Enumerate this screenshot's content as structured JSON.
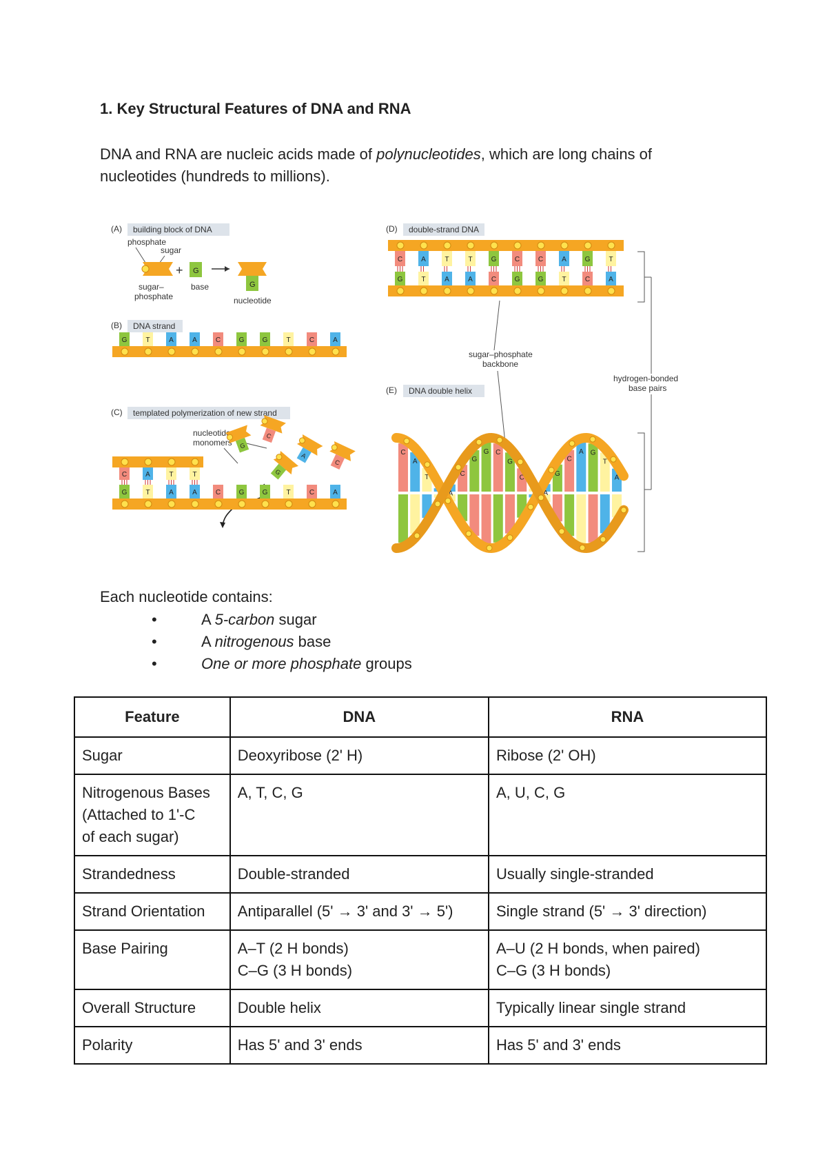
{
  "heading": "1. Key Structural Features of DNA and RNA",
  "intro": {
    "before": "DNA and RNA are nucleic acids made of ",
    "italic": "polynucleotides",
    "after": ", which are long chains of nucleotides (hundreds to millions)."
  },
  "figure": {
    "panel_a": {
      "letter": "(A)",
      "title": "building block of DNA",
      "phosphate": "phosphate",
      "sugar": "sugar",
      "plus": "+",
      "base_letter": "G",
      "sugar_phosphate_1": "sugar–",
      "sugar_phosphate_2": "phosphate",
      "base": "base",
      "nucleotide": "nucleotide"
    },
    "panel_b": {
      "letter": "(B)",
      "title": "DNA strand",
      "bases": [
        "G",
        "T",
        "A",
        "A",
        "C",
        "G",
        "G",
        "T",
        "C",
        "A"
      ]
    },
    "panel_c": {
      "letter": "(C)",
      "title": "templated polymerization of new strand",
      "monomers_1": "nucleotide",
      "monomers_2": "monomers",
      "free_bases": [
        "G",
        "C",
        "A",
        "G",
        "C"
      ],
      "top_bases": [
        "C",
        "A",
        "T",
        "T"
      ],
      "bottom_bases": [
        "G",
        "T",
        "A",
        "A",
        "C",
        "G",
        "G",
        "T",
        "C",
        "A"
      ]
    },
    "panel_d": {
      "letter": "(D)",
      "title": "double-strand DNA",
      "top_bases": [
        "C",
        "A",
        "T",
        "T",
        "G",
        "C",
        "C",
        "A",
        "G",
        "T"
      ],
      "bottom_bases": [
        "G",
        "T",
        "A",
        "A",
        "C",
        "G",
        "G",
        "T",
        "C",
        "A"
      ]
    },
    "panel_e": {
      "letter": "(E)",
      "title": "DNA double helix",
      "helix_bases": [
        "C",
        "A",
        "T",
        "A",
        "A",
        "C",
        "G",
        "G",
        "C",
        "G",
        "C",
        "T",
        "A",
        "G",
        "C",
        "A",
        "G",
        "T",
        "A"
      ]
    },
    "backbone_1": "sugar–phosphate",
    "backbone_2": "backbone",
    "hbond_1": "hydrogen-bonded",
    "hbond_2": "base pairs",
    "colors": {
      "backbone": "#f5a623",
      "phosphate": "#ffe14d",
      "A": "#4fb3e8",
      "T": "#fff3a0",
      "G": "#8ec63f",
      "C": "#f28b7d",
      "label_bg": "#dde3ea"
    }
  },
  "contains": {
    "title": "Each nucleotide contains:",
    "items": [
      {
        "bullet": "•",
        "pre": "A ",
        "italic": "5-carbon",
        "post": " sugar"
      },
      {
        "bullet": "•",
        "pre": "A ",
        "italic": "nitrogenous",
        "post": " base"
      },
      {
        "bullet": "•",
        "pre": "",
        "italic": "One or more phosphate",
        "post": " groups"
      }
    ]
  },
  "table": {
    "headers": [
      "Feature",
      "DNA",
      "RNA"
    ],
    "rows": [
      {
        "feature": "Sugar",
        "dna": "Deoxyribose (2' H)",
        "rna": "Ribose (2' OH)"
      },
      {
        "feature_lines": [
          "Nitrogenous Bases",
          "(Attached to 1'-C",
          "of each sugar)"
        ],
        "dna": "A, T, C, G",
        "rna": "A, U, C, G"
      },
      {
        "feature": "Strandedness",
        "dna": "Double-stranded",
        "rna": "Usually single-stranded"
      },
      {
        "feature": "Strand Orientation",
        "dna": "Antiparallel (5' → 3' and 3' → 5')",
        "rna": "Single strand (5' → 3' direction)"
      },
      {
        "feature": "Base Pairing",
        "dna_lines": [
          "A–T (2 H bonds)",
          "C–G (3 H bonds)"
        ],
        "rna_lines": [
          "A–U (2 H bonds, when paired)",
          "C–G (3 H bonds)"
        ]
      },
      {
        "feature": "Overall Structure",
        "dna": "Double helix",
        "rna": "Typically linear single strand"
      },
      {
        "feature": "Polarity",
        "dna": "Has 5' and 3' ends",
        "rna": "Has 5' and 3' ends"
      }
    ]
  }
}
